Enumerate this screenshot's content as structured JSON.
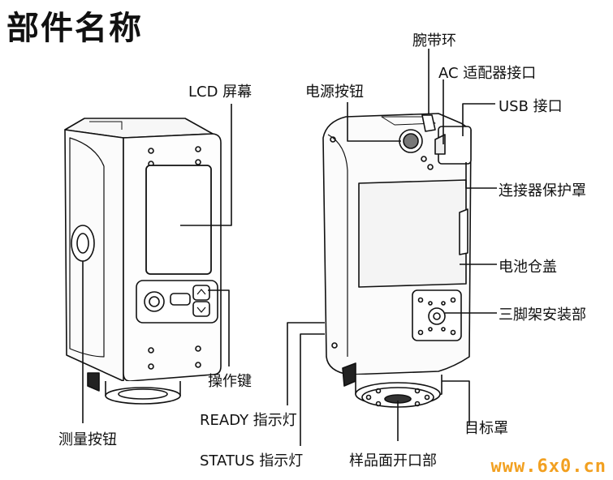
{
  "title": "部件名称",
  "labels": {
    "lcd_screen": "LCD 屏幕",
    "power_button": "电源按钮",
    "wrist_strap": "腕带环",
    "ac_adapter_port": "AC 适配器接口",
    "usb_port": "USB 接口",
    "connector_cover": "连接器保护罩",
    "battery_cover": "电池仓盖",
    "tripod_mount": "三脚架安装部",
    "operation_keys": "操作键",
    "target_mask": "目标罩",
    "measure_button": "测量按钮",
    "ready_indicator": "READY 指示灯",
    "status_indicator": "STATUS 指示灯",
    "sample_aperture": "样品面开口部"
  },
  "watermark": "www.6x0.cn"
}
